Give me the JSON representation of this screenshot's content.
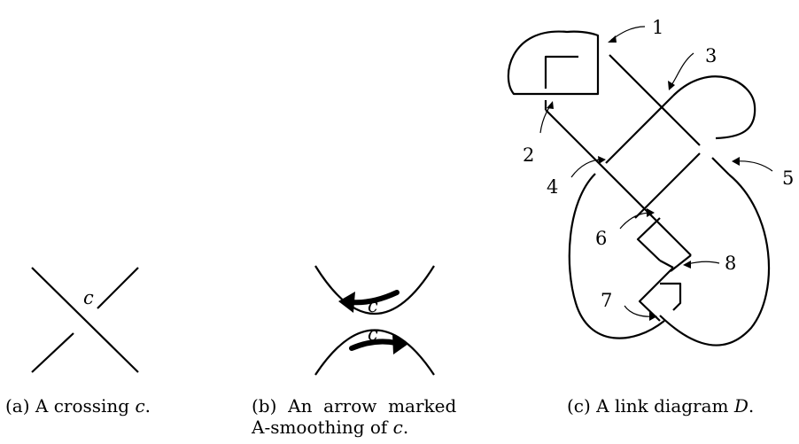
{
  "panels": [
    {
      "caption_prefix": "(a) A crossing ",
      "caption_var": "c",
      "caption_suffix": ".",
      "crossing_label": "c"
    },
    {
      "caption_line1": "(b)  An  arrow  marked",
      "caption_line2_prefix": "A-smoothing of ",
      "caption_var": "c",
      "caption_suffix": ".",
      "top_label": "c",
      "bottom_label": "c"
    },
    {
      "caption_prefix": "(c) A link diagram ",
      "caption_var": "D",
      "caption_suffix": ".",
      "labels": [
        "1",
        "2",
        "3",
        "4",
        "5",
        "6",
        "7",
        "8"
      ]
    }
  ]
}
